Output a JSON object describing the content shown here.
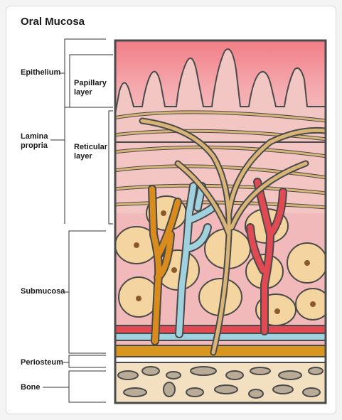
{
  "title": "Oral Mucosa",
  "labels": {
    "epithelium": "Epithelium",
    "papillary": [
      "Papillary",
      "layer"
    ],
    "lamina": [
      "Lamina",
      "propria"
    ],
    "reticular": [
      "Reticular",
      "layer"
    ],
    "submucosa": "Submucosa",
    "periosteum": "Periosteum",
    "bone": "Bone"
  },
  "colors": {
    "epithelium_top": "#f27d86",
    "epithelium_bottom": "#f3b4b8",
    "papillae": "#f0c7c5",
    "fiber": "#d9b477",
    "outline": "#4a4a4a",
    "artery": "#e14953",
    "vein": "#9fd1de",
    "nerve": "#d98c1c",
    "fat_cell": "#f4d49f",
    "nucleus": "#8b5a2b",
    "periosteum_band": "#d8961f",
    "bone_bg": "#f2e0c0",
    "bone_spot": "#b9ab96"
  }
}
